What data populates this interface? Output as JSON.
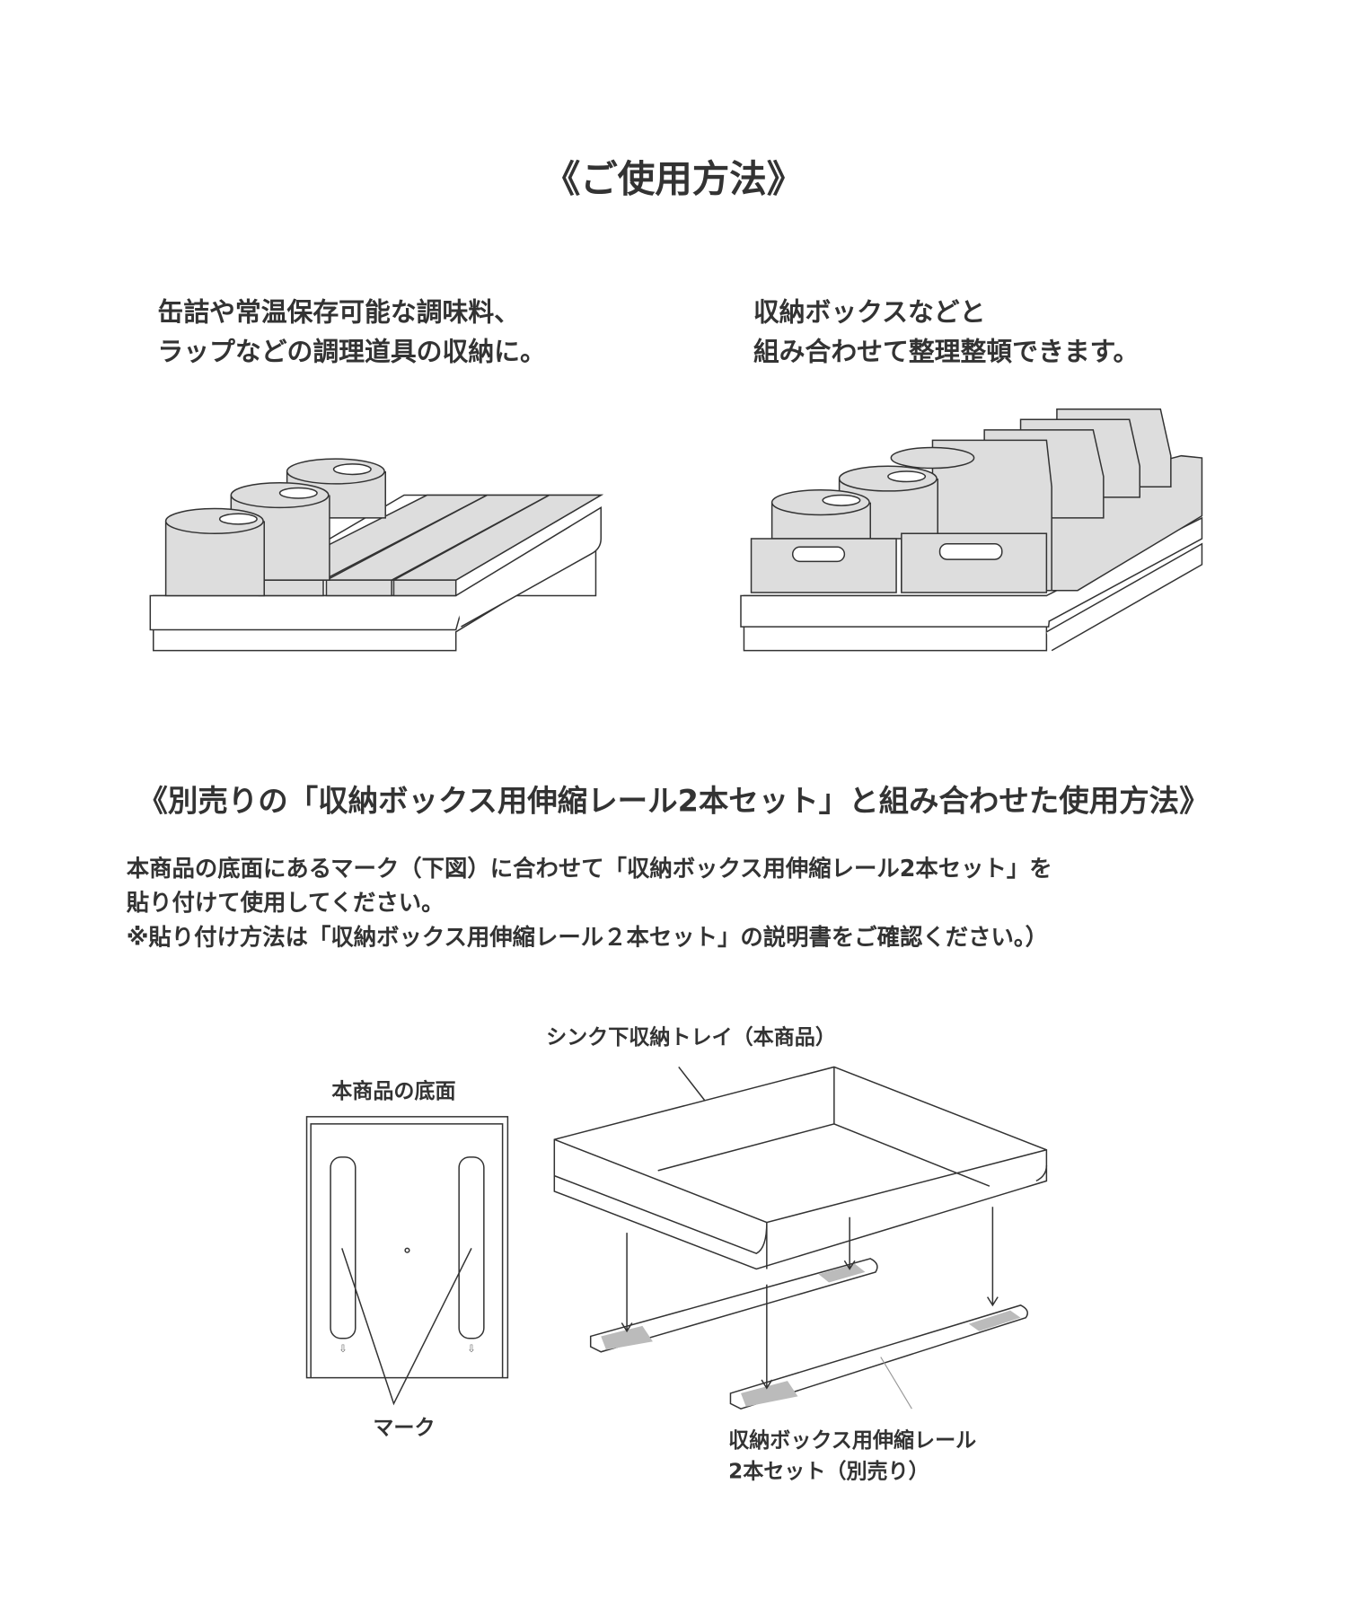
{
  "title": "《ご使用方法》",
  "usage": {
    "left_caption": [
      "缶詰や常温保存可能な調味料、",
      "ラップなどの調理道具の収納に。"
    ],
    "right_caption": [
      "収納ボックスなどと",
      "組み合わせて整理整頓できます。"
    ]
  },
  "combo": {
    "heading": "《別売りの「収納ボックス用伸縮レール2本セット」と組み合わせた使用方法》",
    "body": [
      "本商品の底面にあるマーク（下図）に合わせて「収納ボックス用伸縮レール2本セット」を",
      "貼り付けて使用してください。",
      "※貼り付け方法は「収納ボックス用伸縮レール２本セット」の説明書をご確認ください。）"
    ]
  },
  "diagram": {
    "bottom_label": "本商品の底面",
    "mark_label": "マーク",
    "tray_label": "シンク下収納トレイ（本商品）",
    "rail_label": [
      "収納ボックス用伸縮レール",
      "2本セット（別売り）"
    ]
  }
}
